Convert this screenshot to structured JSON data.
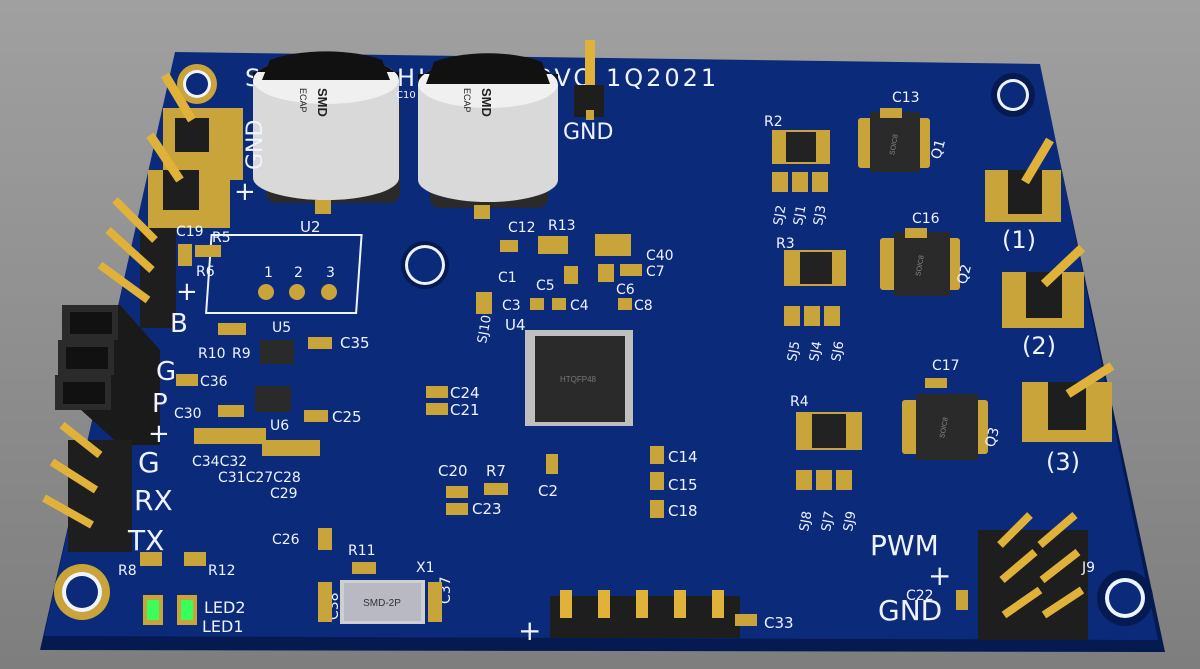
{
  "board": {
    "title": "SMD BRUSHLESS SERVO 1Q2021",
    "colors": {
      "board": "#0b2a7a",
      "board_edge": "#061a52",
      "silk": "#eef3ff",
      "pad": "#c9a43a",
      "background": "#8a8a8a"
    }
  },
  "capacitors_big": [
    {
      "text": "SMD",
      "sub": "ECAP"
    },
    {
      "text": "SMD",
      "sub": "ECAP"
    }
  ],
  "connectors": {
    "top_gnd": "GND",
    "left_power": [
      "GND",
      "+"
    ],
    "left_b": [
      "+",
      "B"
    ],
    "left_gp": [
      "G",
      "P",
      "+"
    ],
    "left_uart": [
      "G",
      "RX",
      "TX"
    ],
    "right_outputs": [
      "(1)",
      "(2)",
      "(3)"
    ],
    "right_pwm": [
      "PWM",
      "+",
      "GND"
    ],
    "bottom_plus": "+"
  },
  "labels": {
    "u2": "U2",
    "u2_pins": [
      "1",
      "2",
      "3"
    ],
    "u4": "U4",
    "u5": "U5",
    "u6": "U6",
    "r2": "R2",
    "r3": "R3",
    "r4": "R4",
    "r5": "R5",
    "r6": "R6",
    "r7": "R7",
    "r8": "R8",
    "r9": "R9",
    "r10": "R10",
    "r11": "R11",
    "r12": "R12",
    "r13": "R13",
    "q1": "Q1",
    "q2": "Q2",
    "q3": "Q3",
    "c1": "C1",
    "c2": "C2",
    "c3": "C3",
    "c4": "C4",
    "c5": "C5",
    "c6": "C6",
    "c7": "C7",
    "c8": "C8",
    "c10": "C10",
    "c12": "C12",
    "c13": "C13",
    "c14": "C14",
    "c15": "C15",
    "c16": "C16",
    "c17": "C17",
    "c18": "C18",
    "c19": "C19",
    "c20": "C20",
    "c21": "C21",
    "c22": "C22",
    "c23": "C23",
    "c24": "C24",
    "c25": "C25",
    "c26": "C26",
    "c29": "C29",
    "c30": "C30",
    "c31_27_28": "C31C27C28",
    "c33": "C33",
    "c34_32": "C34C32",
    "c35": "C35",
    "c36": "C36",
    "c37": "C37",
    "c38": "C38",
    "c40": "C40",
    "sj10": "SJ10",
    "sj_top": [
      "SJ2",
      "SJ1",
      "SJ3"
    ],
    "sj_mid": [
      "SJ5",
      "SJ4",
      "SJ6"
    ],
    "sj_bot": [
      "SJ8",
      "SJ7",
      "SJ9"
    ],
    "x1": "X1",
    "crystal": "SMD-2P",
    "led1": "LED1",
    "led2": "LED2",
    "j9": "J9",
    "qfp_marking": "HTQFP48",
    "soic_marking": "SOIC8"
  }
}
